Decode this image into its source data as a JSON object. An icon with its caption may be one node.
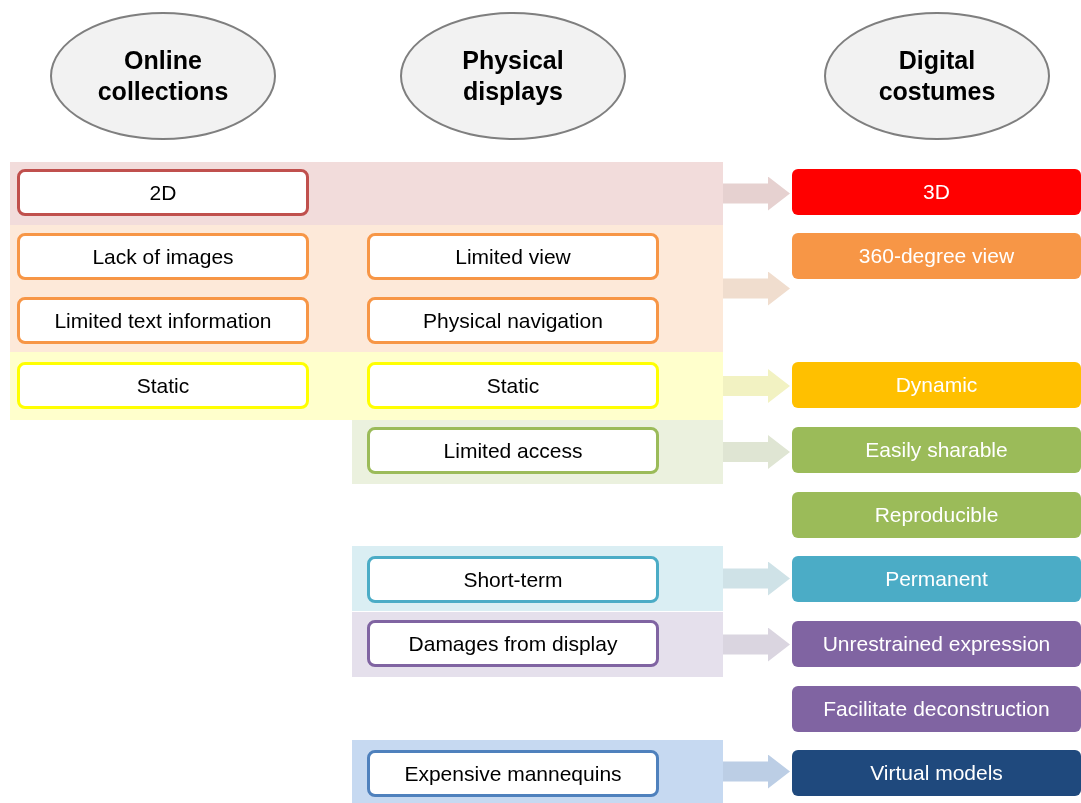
{
  "diagram": {
    "nodes": [
      {
        "text": [
          "Online collections"
        ]
      },
      {
        "text": [
          "Physical displays"
        ]
      },
      {
        "text": [
          "Digital costumes"
        ]
      },
      {
        "text": [],
        "shape": "band"
      },
      {
        "text": [
          "2D"
        ],
        "in": 3
      },
      {
        "text": [
          "3D"
        ]
      },
      {
        "text": [],
        "shape": "band"
      },
      {
        "text": [
          "Lack of images"
        ],
        "in": 6
      },
      {
        "text": [
          "Limited view"
        ],
        "in": 6
      },
      {
        "text": [
          "360-degree view"
        ]
      },
      {
        "text": [
          "Limited text information"
        ],
        "in": 6
      },
      {
        "text": [
          "Physical navigation"
        ],
        "in": 6
      },
      {
        "text": [],
        "shape": "band"
      },
      {
        "text": [
          "Static"
        ],
        "in": 12
      },
      {
        "text": [
          "Static"
        ],
        "in": 12
      },
      {
        "text": [
          "Dynamic"
        ]
      },
      {
        "text": [],
        "shape": "band"
      },
      {
        "text": [
          "Limited access"
        ],
        "in": 16
      },
      {
        "text": [
          "Easily sharable"
        ]
      },
      {
        "text": [
          "Reproducible"
        ]
      },
      {
        "text": [],
        "shape": "band"
      },
      {
        "text": [
          "Short-term"
        ],
        "in": 20
      },
      {
        "text": [
          "Permanent"
        ]
      },
      {
        "text": [],
        "shape": "band"
      },
      {
        "text": [
          "Damages from display"
        ],
        "in": 23
      },
      {
        "text": [
          "Unrestrained expression"
        ]
      },
      {
        "text": [
          "Facilitate deconstruction"
        ]
      },
      {
        "text": [],
        "shape": "band"
      },
      {
        "text": [
          "Expensive mannequins"
        ],
        "in": 27
      },
      {
        "text": [
          "Virtual models"
        ]
      }
    ],
    "edges": [
      {
        "from": 3,
        "to": 5,
        "arrow": "to"
      },
      {
        "from": 6,
        "to": 9,
        "arrow": "to"
      },
      {
        "from": 12,
        "to": 15,
        "arrow": "to"
      },
      {
        "from": 16,
        "to": 18,
        "arrow": "to"
      },
      {
        "from": 20,
        "to": 22,
        "arrow": "to"
      },
      {
        "from": 23,
        "to": 25,
        "arrow": "to"
      },
      {
        "from": 27,
        "to": 29,
        "arrow": "to"
      }
    ]
  }
}
